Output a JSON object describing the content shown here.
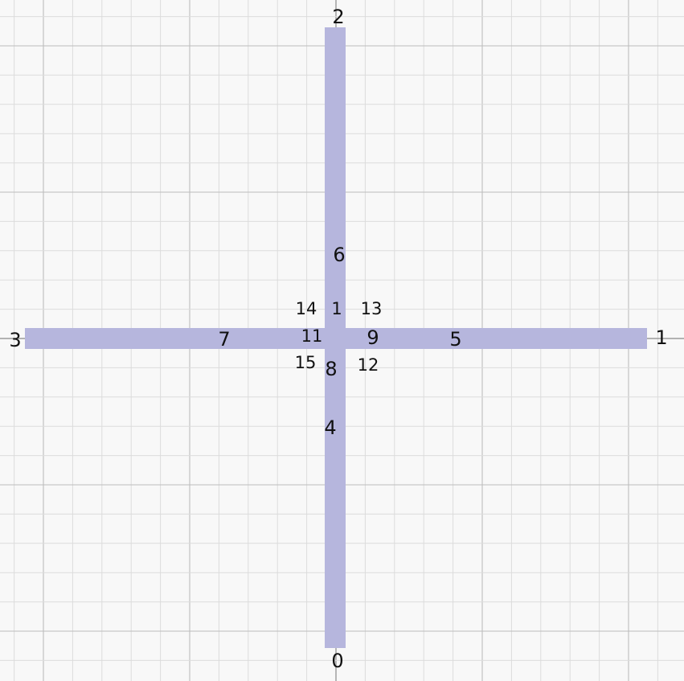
{
  "colors": {
    "background": "#f8f8f8",
    "grid_minor": "#dcdcdc",
    "grid_major": "#bdbdbd",
    "axis": "#9a9a9a",
    "stroke": "#b6b6dd",
    "text": "#111111"
  },
  "labels": {
    "l0": "0",
    "l1": "1",
    "l2": "2",
    "l3": "3",
    "l4": "4",
    "l5": "5",
    "l6": "6",
    "l7": "7",
    "l8": "8",
    "l9": "9",
    "l11": "11",
    "l12": "12",
    "l13": "13",
    "l14": "14",
    "l15": "15",
    "l1b": "1"
  }
}
